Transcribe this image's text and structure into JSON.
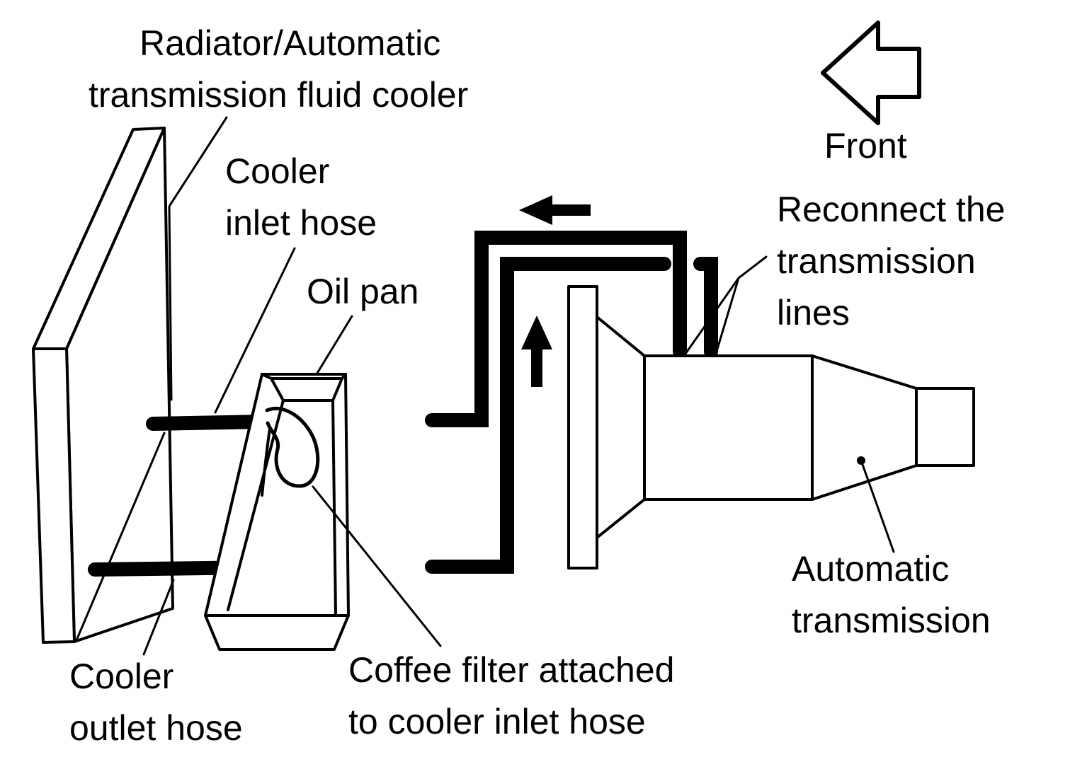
{
  "labels": {
    "radiator": [
      "Radiator/Automatic",
      "transmission fluid cooler"
    ],
    "front": "Front",
    "cooler_inlet_hose": [
      "Cooler",
      "inlet hose"
    ],
    "oil_pan": "Oil pan",
    "reconnect": [
      "Reconnect the",
      "transmission",
      "lines"
    ],
    "automatic_transmission": [
      "Automatic",
      "transmission"
    ],
    "cooler_outlet_hose": [
      "Cooler",
      "outlet hose"
    ],
    "coffee_filter": [
      "Coffee filter attached",
      "to cooler inlet hose"
    ]
  },
  "colors": {
    "line": "#000000",
    "background": "#ffffff"
  }
}
